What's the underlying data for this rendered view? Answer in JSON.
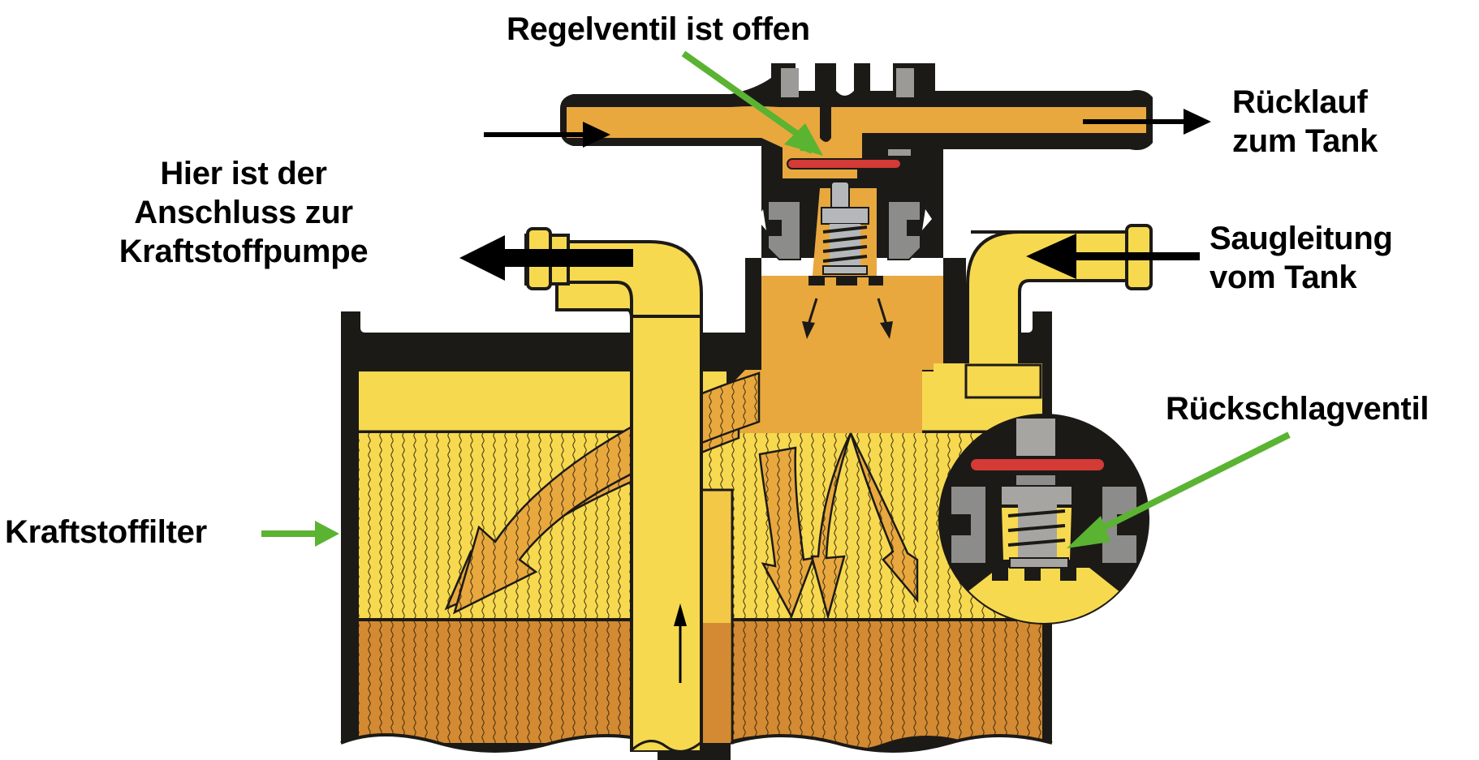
{
  "title": "Kraftstofffilter mit Regelventil – Schnittdarstellung",
  "labels": {
    "control_valve": "Regelventil ist offen",
    "return_line": [
      "Rücklauf",
      "zum Tank"
    ],
    "pump_connection": [
      "Hier ist der",
      "Anschluss zur",
      "Kraftstoffpumpe"
    ],
    "suction_line": [
      "Saugleitung",
      "vom Tank"
    ],
    "check_valve": "Rückschlagventil",
    "fuel_filter": "Kraftstoffilter"
  },
  "colors": {
    "housing": "#1c1a17",
    "fuel_orange": "#e8a83e",
    "fuel_yellow": "#f6d94f",
    "dirty_fuel": "#d38a32",
    "valve_disc_red": "#d43a36",
    "metal_grey": "#8c8c8a",
    "metal_light": "#b4b8bb",
    "pointer_green": "#5bb332",
    "arrow_black": "#000000"
  },
  "flow_directions": {
    "inlet_top_left": "right",
    "return_to_tank": "right",
    "to_pump": "left",
    "suction_from_tank": "left",
    "center_tube": "up"
  }
}
